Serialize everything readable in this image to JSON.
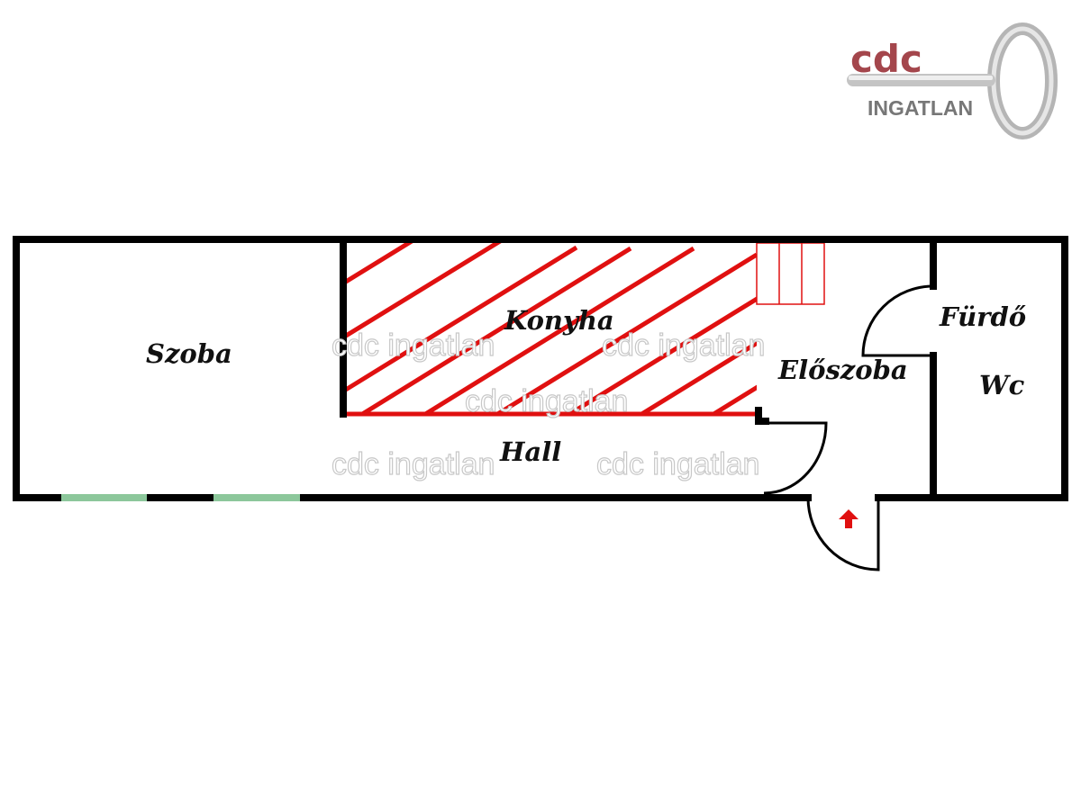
{
  "logo": {
    "brand": "cdc",
    "subtitle": "INGATLAN"
  },
  "rooms": {
    "szoba": "Szoba",
    "konyha": "Konyha",
    "hall": "Hall",
    "eloszoba": "Előszoba",
    "furdo": "Fürdő",
    "wc": "Wc"
  },
  "watermark": "cdc ingatlan",
  "colors": {
    "wall": "#000000",
    "kitchen_hatch": "#e01010",
    "window": "#8cc79b",
    "logo_red": "#a4464c"
  }
}
